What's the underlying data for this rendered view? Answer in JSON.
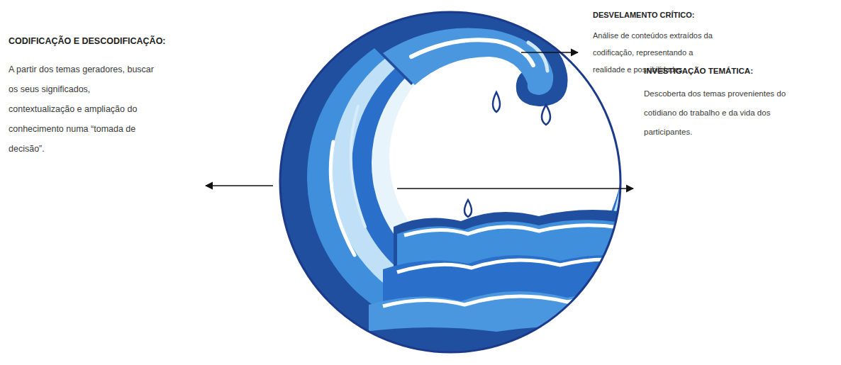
{
  "diagram": {
    "labels": [
      "DESVELAMENTO CRÍTICO:",
      "Análise de conteúdos extraídos da codificação, representando a realidade e possibilidades.",
      "CODIFICAÇÃO E DESCODIFICAÇÃO:",
      "A partir dos temas geradores, buscar os seus significados, contextualização e ampliação do conhecimento numa “tomada de decisão”.",
      "INVESTIGAÇÃO TEMÁTICA:",
      "Descoberta dos temas provenientes do cotidiano do trabalho e da vida dos participantes."
    ]
  }
}
